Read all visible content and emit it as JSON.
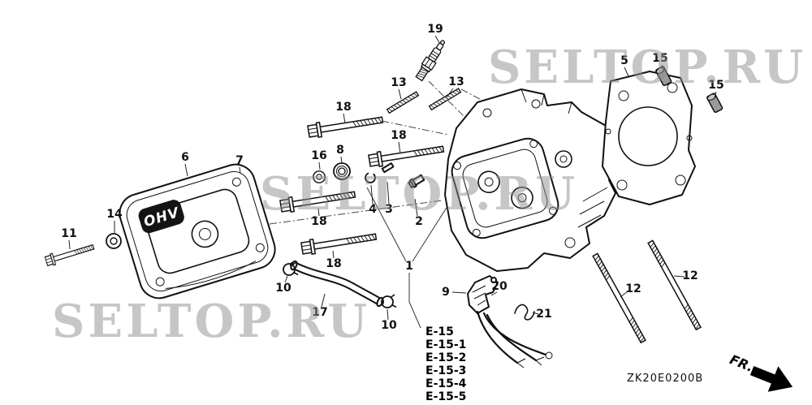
{
  "watermark": "SELTOP.RU",
  "diagram_code": "ZK20E0200B",
  "direction_label": "FR.",
  "cover_text": "OHV",
  "reference_links": [
    "E-15",
    "E-15-1",
    "E-15-2",
    "E-15-3",
    "E-15-4",
    "E-15-5"
  ],
  "part_labels": {
    "p1": "1",
    "p2": "2",
    "p3": "3",
    "p4": "4",
    "p5": "5",
    "p6": "6",
    "p7": "7",
    "p8": "8",
    "p9": "9",
    "p10a": "10",
    "p10b": "10",
    "p11": "11",
    "p12a": "12",
    "p12b": "12",
    "p13a": "13",
    "p13b": "13",
    "p14": "14",
    "p15a": "15",
    "p15b": "15",
    "p16": "16",
    "p17": "17",
    "p18a": "18",
    "p18b": "18",
    "p18c": "18",
    "p18d": "18",
    "p19": "19",
    "p20": "20",
    "p21": "21"
  },
  "colors": {
    "line": "#111111",
    "watermark_gray": "#8f8f8f"
  }
}
